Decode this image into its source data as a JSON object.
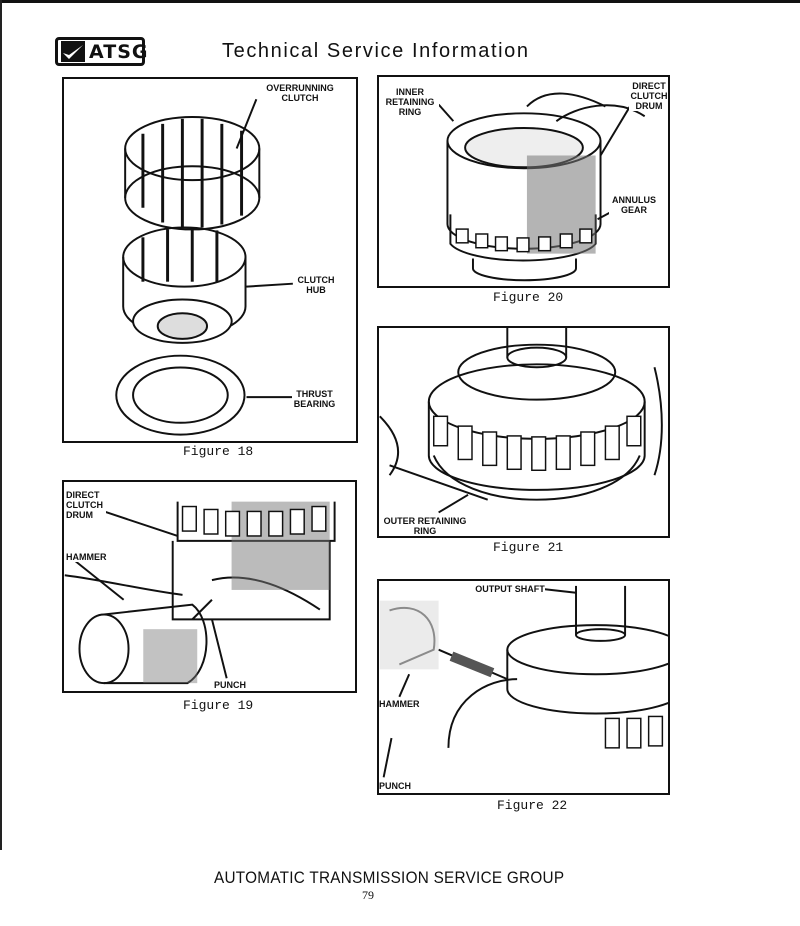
{
  "header": {
    "logo_text": "ATSG",
    "title": "Technical Service Information"
  },
  "figures": {
    "fig18": {
      "caption": "Figure 18",
      "labels": {
        "overrunning_clutch": "OVERRUNNING CLUTCH",
        "clutch_hub": "CLUTCH HUB",
        "thrust_bearing": "THRUST BEARING"
      }
    },
    "fig19": {
      "caption": "Figure 19",
      "labels": {
        "direct_clutch_drum": "DIRECT CLUTCH DRUM",
        "hammer": "HAMMER",
        "punch": "PUNCH"
      }
    },
    "fig20": {
      "caption": "Figure 20",
      "labels": {
        "inner_retaining_ring": "INNER RETAINING RING",
        "direct_clutch_drum": "DIRECT CLUTCH DRUM",
        "annulus_gear": "ANNULUS GEAR"
      }
    },
    "fig21": {
      "caption": "Figure 21",
      "labels": {
        "outer_retaining_ring": "OUTER RETAINING RING"
      }
    },
    "fig22": {
      "caption": "Figure 22",
      "labels": {
        "output_shaft": "OUTPUT SHAFT",
        "hammer": "HAMMER",
        "punch": "PUNCH"
      }
    }
  },
  "footer": {
    "org": "AUTOMATIC TRANSMISSION SERVICE GROUP",
    "page_number": "79"
  }
}
